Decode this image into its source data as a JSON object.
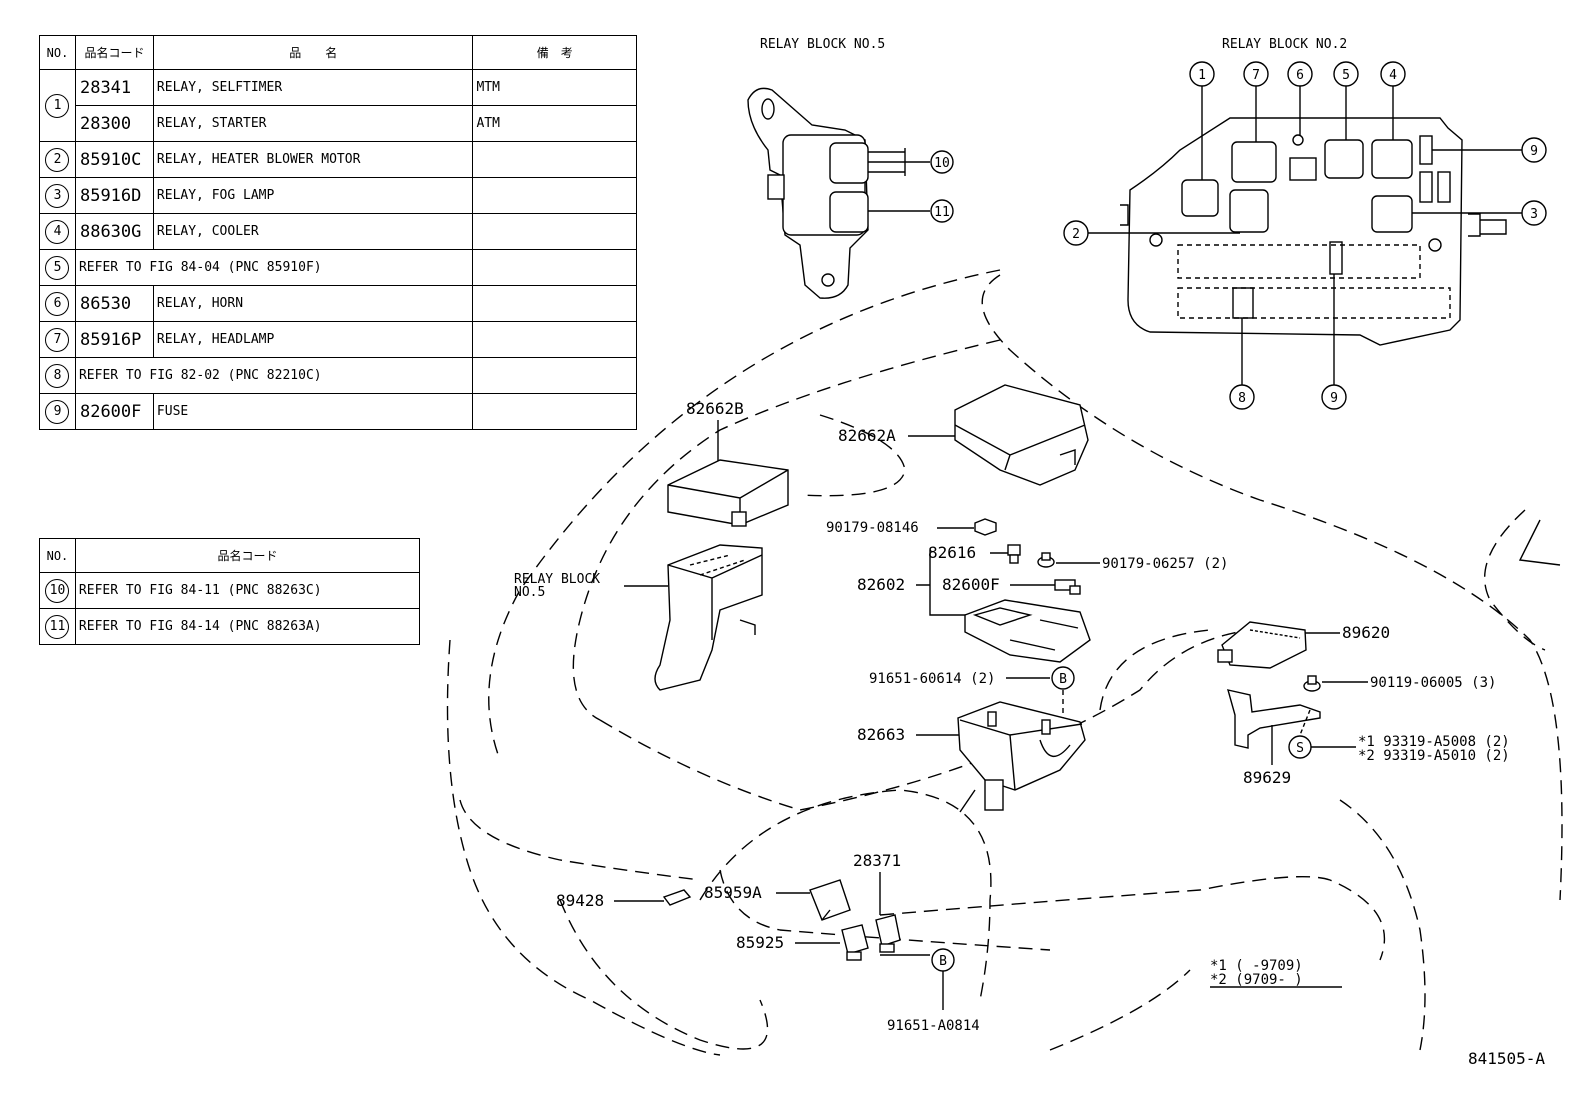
{
  "table1": {
    "headers": [
      "NO.",
      "品名コード",
      "品　　名",
      "備　考"
    ],
    "rows": [
      {
        "no": "1",
        "code": "28341",
        "name": "RELAY, SELFTIMER",
        "remark": "MTM"
      },
      {
        "no": "",
        "code": "28300",
        "name": "RELAY, STARTER",
        "remark": "ATM"
      },
      {
        "no": "2",
        "code": "85910C",
        "name": "RELAY, HEATER BLOWER MOTOR",
        "remark": ""
      },
      {
        "no": "3",
        "code": "85916D",
        "name": "RELAY, FOG LAMP",
        "remark": ""
      },
      {
        "no": "4",
        "code": "88630G",
        "name": "RELAY, COOLER",
        "remark": ""
      },
      {
        "no": "5",
        "full": "REFER TO FIG 84-04  (PNC 85910F)"
      },
      {
        "no": "6",
        "code": "86530",
        "name": "RELAY, HORN",
        "remark": ""
      },
      {
        "no": "7",
        "code": "85916P",
        "name": "RELAY, HEADLAMP",
        "remark": ""
      },
      {
        "no": "8",
        "full": "REFER TO FIG 82-02  (PNC 82210C)"
      },
      {
        "no": "9",
        "code": "82600F",
        "name": "FUSE",
        "remark": ""
      }
    ]
  },
  "table2": {
    "headers": [
      "NO.",
      "品名コード"
    ],
    "rows": [
      {
        "no": "10",
        "full": "REFER TO FIG 84-11  (PNC 88263C)"
      },
      {
        "no": "11",
        "full": "REFER TO FIG 84-14  (PNC 88263A)"
      }
    ]
  },
  "captions": {
    "relay_block_5": "RELAY BLOCK NO.5",
    "relay_block_2": "RELAY BLOCK NO.2",
    "relay_block_label_1": "RELAY BLOCK",
    "relay_block_label_2": "NO.5"
  },
  "callouts": {
    "rb5_10": "10",
    "rb5_11": "11",
    "rb2_1": "1",
    "rb2_7": "7",
    "rb2_6": "6",
    "rb2_5": "5",
    "rb2_4": "4",
    "rb2_9a": "9",
    "rb2_2": "2",
    "rb2_3": "3",
    "rb2_8": "8",
    "rb2_9b": "9",
    "b1": "B",
    "b2": "B",
    "s1": "S"
  },
  "parts": {
    "p82662B": "82662B",
    "p82662A": "82662A",
    "p90179_08146": "90179-08146",
    "p82616": "82616",
    "p90179_06257": "90179-06257 (2)",
    "p82602": "82602",
    "p82600F": "82600F",
    "p89620": "89620",
    "p91651_60614": "91651-60614 (2)",
    "p90119_06005": "90119-06005 (3)",
    "p82663": "82663",
    "p93319_a5008": "*1  93319-A5008 (2)",
    "p93319_a5010": "*2  93319-A5010 (2)",
    "p89629": "89629",
    "p28371": "28371",
    "p85959A": "85959A",
    "p89428": "89428",
    "p85925": "85925",
    "p91651_a0814": "91651-A0814"
  },
  "footnotes": {
    "f1": "*1  (      -9709)",
    "f2": "*2  (9709-      )"
  },
  "figure_id": "841505-A"
}
